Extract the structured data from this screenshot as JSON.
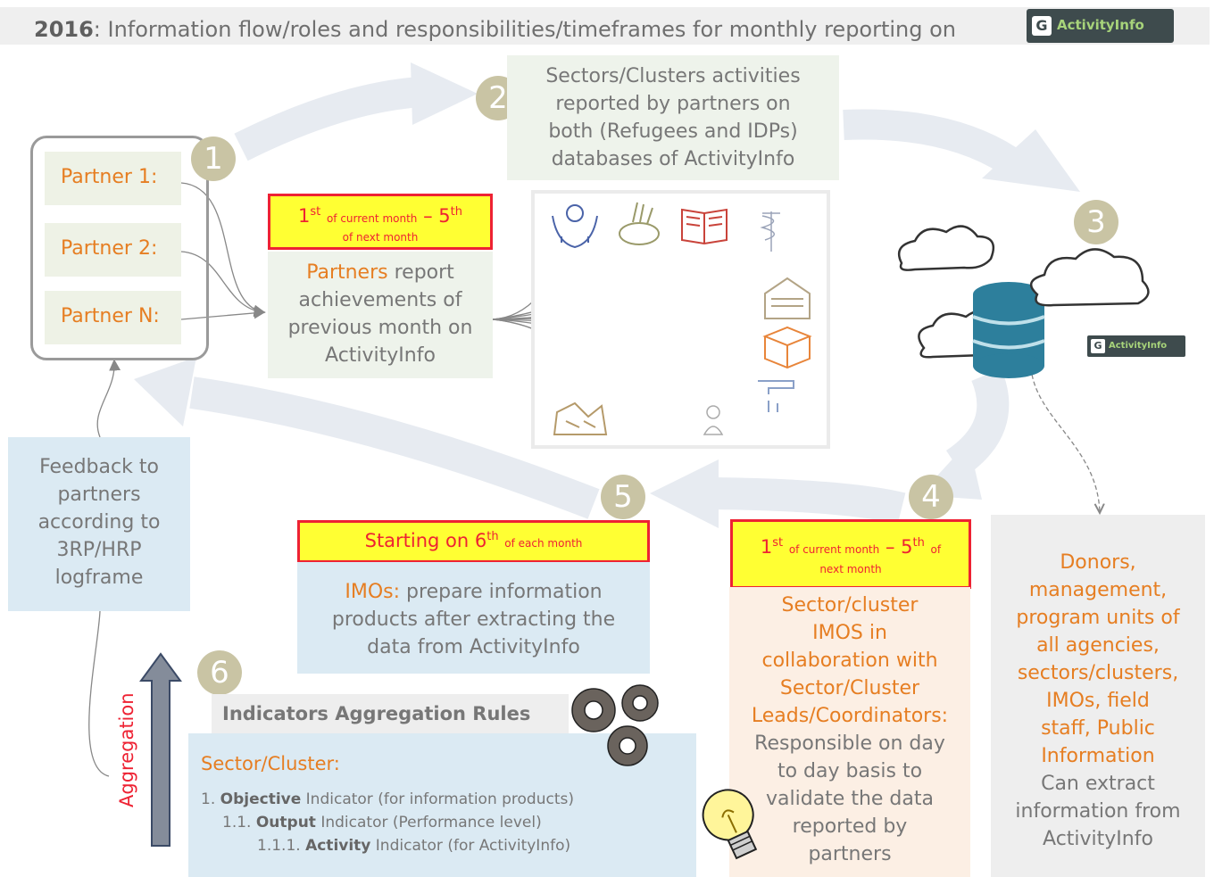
{
  "title": {
    "year": "2016",
    "text": ": Information flow/roles and responsibilities/timeframes for monthly reporting on",
    "logo_text": "ActivityInfo"
  },
  "steps": [
    "1",
    "2",
    "3",
    "4",
    "5",
    "6"
  ],
  "partners": [
    "Partner 1:",
    "Partner 2:",
    "Partner N:"
  ],
  "sectors_box": {
    "lines": [
      "Sectors/Clusters activities",
      "reported by partners on",
      "both (Refugees and IDPs)",
      "databases of ActivityInfo"
    ]
  },
  "period_1": {
    "start_num": "1",
    "start_sup": "st",
    "start_small": "of current month",
    "dash": "–",
    "end_num": "5",
    "end_sup": "th",
    "end_small": "of next month"
  },
  "partners_report": {
    "highlight": "Partners",
    "lines": [
      " report",
      "achievements of",
      "previous month on",
      "ActivityInfo"
    ]
  },
  "cloud_logo": "ActivityInfo",
  "feedback": {
    "lines": [
      "Feedback to",
      "partners",
      "according to",
      "3RP/HRP",
      "logframe"
    ]
  },
  "period_5": {
    "text": "Starting on 6",
    "sup": "th",
    "small": "of each month"
  },
  "imo_box": {
    "highlight": "IMOs:",
    "lines": [
      " prepare information",
      "products after extracting the",
      "data from ActivityInfo"
    ]
  },
  "period_4": {
    "start_num": "1",
    "start_sup": "st",
    "start_small": "of current month",
    "dash": "–",
    "end_num": "5",
    "end_sup": "th",
    "end_small_1": "of",
    "end_small_2": "next month"
  },
  "sector_imo": {
    "highlight_lines": [
      "Sector/cluster",
      "IMOS in",
      "collaboration with",
      "Sector/Cluster",
      "Leads/Coordinators:"
    ],
    "lines": [
      "Responsible on day",
      "to day basis to",
      "validate the data",
      "reported by",
      "partners"
    ]
  },
  "donors": {
    "highlight_lines": [
      "Donors,",
      "management,",
      "program units of",
      "all agencies,",
      "sectors/clusters,",
      "IMOs, field",
      "staff, Public",
      "Information"
    ],
    "lines": [
      "Can extract",
      "information from",
      "ActivityInfo"
    ]
  },
  "indicators": {
    "title": "Indicators  Aggregation Rules",
    "sector": "Sector/Cluster:",
    "l1_num": "1.",
    "l1_bold": "Objective",
    "l1_text": " Indicator (for information products)",
    "l2_num": "1.1.",
    "l2_bold": "Output",
    "l2_text": " Indicator (Performance level)",
    "l3_num": "1.1.1.",
    "l3_bold": "Activity",
    "l3_text": "  Indicator (for ActivityInfo)"
  },
  "aggregation_label": "Aggregation",
  "icons": [
    "protection-icon",
    "food-security-icon",
    "education-icon",
    "health-icon",
    "shelter-icon",
    "nfi-icon",
    "wash-icon",
    "livelihoods-icon",
    "child-protection-icon",
    "clouds-icon",
    "database-icon",
    "gears-icon",
    "lightbulb-icon"
  ],
  "colors": {
    "accent_orange": "#e67e22",
    "red": "#e23",
    "yellow": "#ffff33",
    "step_circle": "#c9c4a4",
    "flow_arrow": "#e7ebf1",
    "database": "#2d7f9c"
  }
}
